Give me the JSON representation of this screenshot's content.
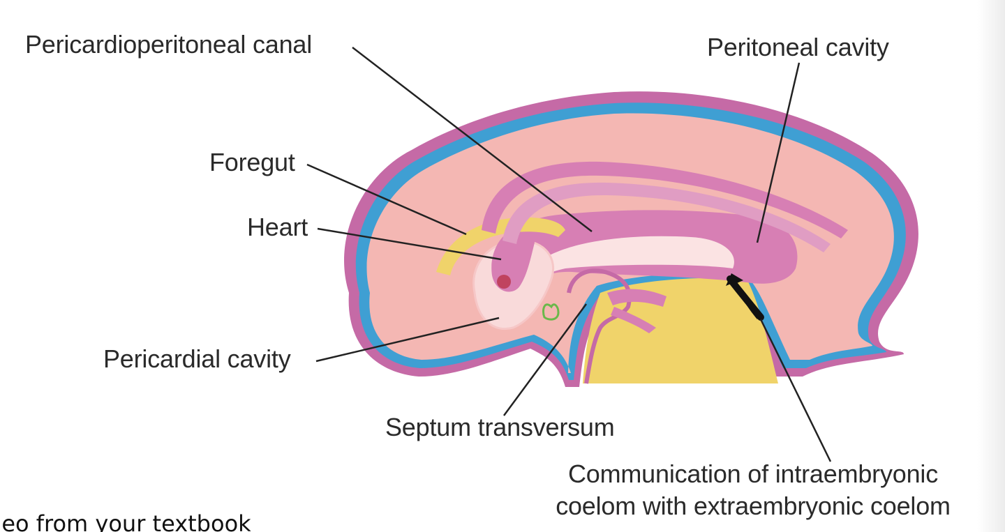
{
  "labels": {
    "pericardioperitoneal_canal": "Pericardioperitoneal canal",
    "peritoneal_cavity": "Peritoneal cavity",
    "foregut": "Foregut",
    "heart": "Heart",
    "pericardial_cavity": "Pericardial cavity",
    "septum_transversum": "Septum transversum",
    "communication_line1": "Communication of intraembryonic",
    "communication_line2": "coelom with extraembryonic coelom"
  },
  "footer": {
    "text": "deo from your textbook"
  },
  "colors": {
    "ectoderm": "#c56aa6",
    "mesoderm_blue": "#3f9fd3",
    "body_tissue": "#f4b7b3",
    "gut_pink": "#d77fb4",
    "cavity_pale": "#f9dada",
    "yolk": "#f0d36a",
    "arrow": "#111111",
    "leader_line": "#222222"
  }
}
